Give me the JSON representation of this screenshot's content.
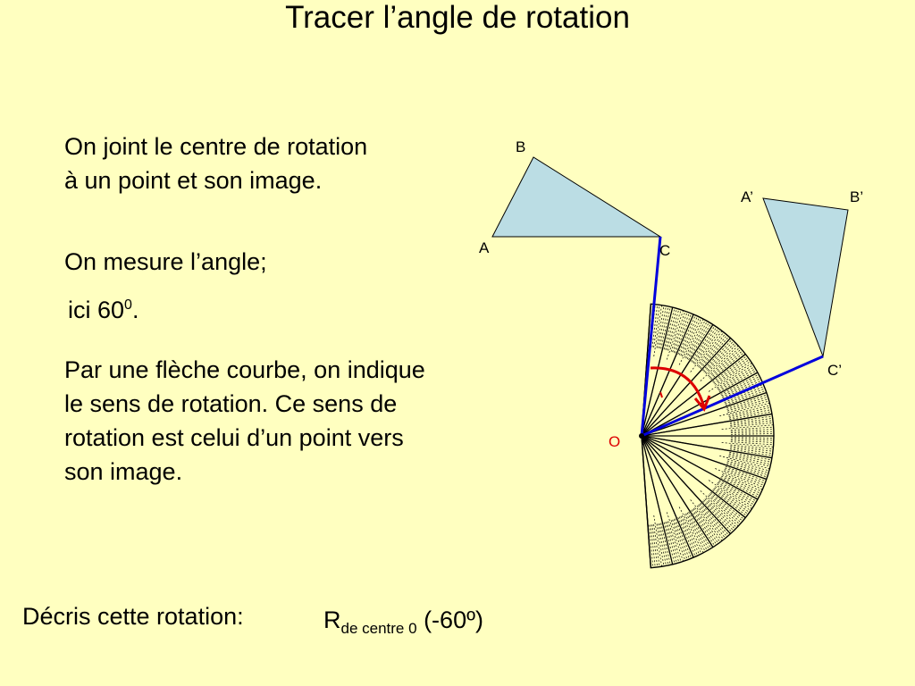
{
  "slide": {
    "title": "Tracer l’angle de rotation",
    "para1": [
      "On joint le centre de rotation",
      "à un point et son image."
    ],
    "para2": "On mesure l’angle;",
    "para3": {
      "prefix": "ici 60",
      "sup": "0",
      "suffix": "."
    },
    "para4": [
      "Par une flèche courbe, on indique",
      "le sens de rotation. Ce sens de",
      "rotation est celui d’un point vers",
      "son image."
    ],
    "describe_label": "Décris cette  rotation:",
    "answer": {
      "main": "R",
      "sub": "de centre 0",
      "rest": " (-60º)"
    }
  },
  "diagram": {
    "labels": {
      "A": "A",
      "B": "B",
      "C": "C",
      "A_prime": "A’",
      "B_prime": "B’",
      "C_prime": "C’",
      "O": "O"
    },
    "colors": {
      "triangle_fill": "#BBDDE4",
      "segment": "#0000DD",
      "arrow": "#DD0000",
      "center_label": "#DD0000"
    },
    "protractor": {
      "max_degrees": 180
    }
  }
}
